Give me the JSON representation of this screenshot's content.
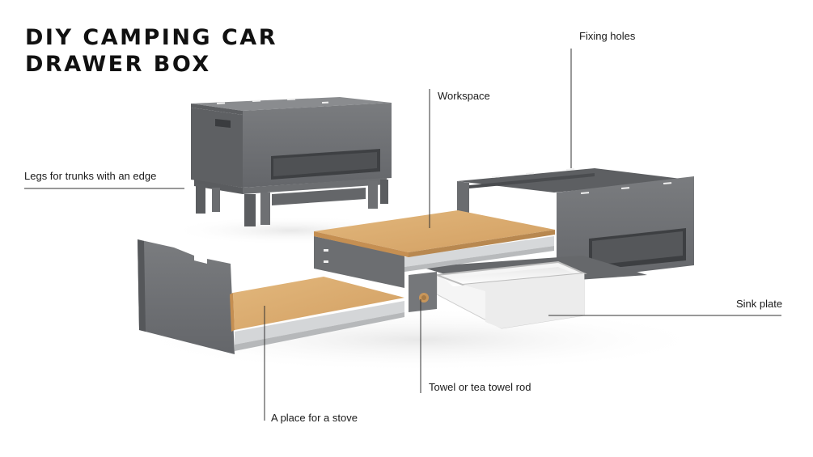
{
  "title": {
    "line1": "DIY CAMPING CAR",
    "line2": "DRAWER BOX"
  },
  "callouts": {
    "fixing_holes": "Fixing holes",
    "workspace": "Workspace",
    "legs": "Legs for trunks with an edge",
    "sink_plate": "Sink plate",
    "towel_rod": "Towel or tea towel rod",
    "stove_place": "A place for a stove"
  },
  "colors": {
    "panel_gray": "#6f7174",
    "panel_dark": "#55575a",
    "plywood": "#d9ad72",
    "plywood_edge": "#c8965a",
    "aluminium": "#d4d6d8",
    "sink_white": "#f4f4f4",
    "leader_line": "#333333"
  }
}
